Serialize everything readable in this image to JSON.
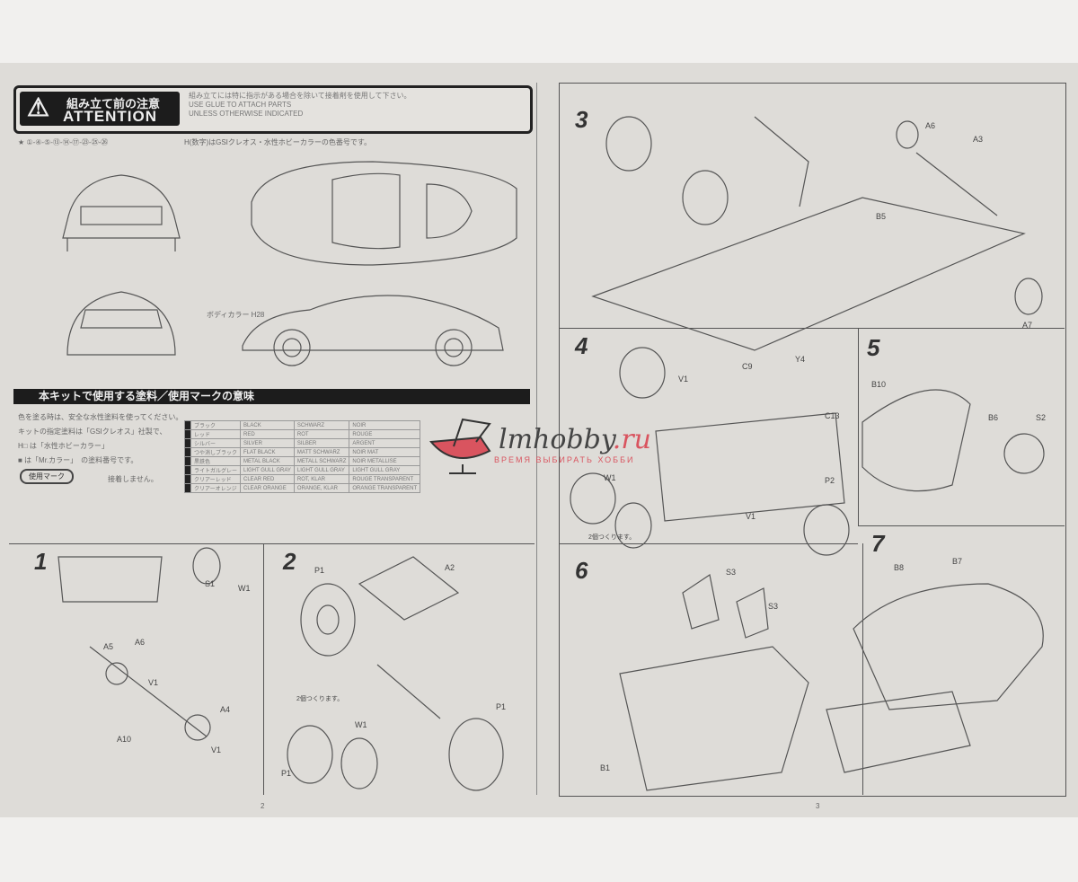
{
  "attention": {
    "title_jp": "組み立て前の注意",
    "title_en": "ATTENTION",
    "text_jp": "組み立てには特に指示がある場合を除いて接着剤を使用して下さい。",
    "text_en": "USE GLUE TO ATTACH PARTS UNLESS OTHERWISE INDICATED"
  },
  "color_note": {
    "parts": "①-④-⑤-⑬-⑭-⑰-㉓-㉕-㉖",
    "text": "H(数字)はGSIクレオス・水性ホビーカラーの色番号です。",
    "body_color": "ボディカラー H28"
  },
  "paint_section": {
    "header": "本キットで使用する塗料／使用マークの意味",
    "lines": [
      "色を塗る時は、安全な水性塗料を使ってください。",
      "キットの指定塗料は「GSIクレオス」社製で、",
      "H□ は「水性ホビーカラー」",
      "■ は「Mr.カラー」　の塗料番号です。"
    ],
    "use_mark": "使用マーク",
    "no_glue": "接着しません。"
  },
  "paint_table": [
    [
      "ブラック",
      "BLACK",
      "SCHWARZ",
      "NOIR"
    ],
    [
      "レッド",
      "RED",
      "ROT",
      "ROUGE"
    ],
    [
      "シルバー",
      "SILVER",
      "SILBER",
      "ARGENT"
    ],
    [
      "つや消しブラック",
      "FLAT BLACK",
      "MATT SCHWARZ",
      "NOIR MAT"
    ],
    [
      "黒鉄色",
      "METAL BLACK",
      "METALL SCHWARZ",
      "NOIR METALLISE"
    ],
    [
      "ライトガルグレー",
      "LIGHT GULL GRAY",
      "LIGHT GULL GRAY",
      "LIGHT GULL GRAY"
    ],
    [
      "クリアーレッド",
      "CLEAR RED",
      "ROT, KLAR",
      "ROUGE TRANSPARENT"
    ],
    [
      "クリアーオレンジ",
      "CLEAR ORANGE",
      "ORANGE, KLAR",
      "ORANGE TRANSPARENT"
    ]
  ],
  "steps": [
    {
      "n": "1",
      "parts": [
        "S1",
        "W1",
        "A5",
        "A6",
        "V1",
        "A4",
        "A10",
        "V1"
      ]
    },
    {
      "n": "2",
      "parts": [
        "P1",
        "A2",
        "W1",
        "P1",
        "P1"
      ],
      "note": "2個つくります。"
    },
    {
      "n": "3",
      "parts": [
        "A6",
        "A3",
        "B5",
        "A7"
      ]
    },
    {
      "n": "4",
      "parts": [
        "V1",
        "C9",
        "Y4",
        "C13",
        "W1",
        "P2",
        "V1"
      ],
      "note": "2個つくります。"
    },
    {
      "n": "5",
      "parts": [
        "B10",
        "B6",
        "S2"
      ]
    },
    {
      "n": "6",
      "parts": [
        "S3",
        "S3",
        "B1"
      ]
    },
    {
      "n": "7",
      "parts": [
        "B8",
        "B7"
      ]
    }
  ],
  "watermark": {
    "name": "lmhobby",
    "tld": ".ru",
    "tagline": "ВРЕМЯ ВЫБИРАТЬ ХОББИ"
  },
  "page_numbers": [
    "2",
    "3"
  ]
}
